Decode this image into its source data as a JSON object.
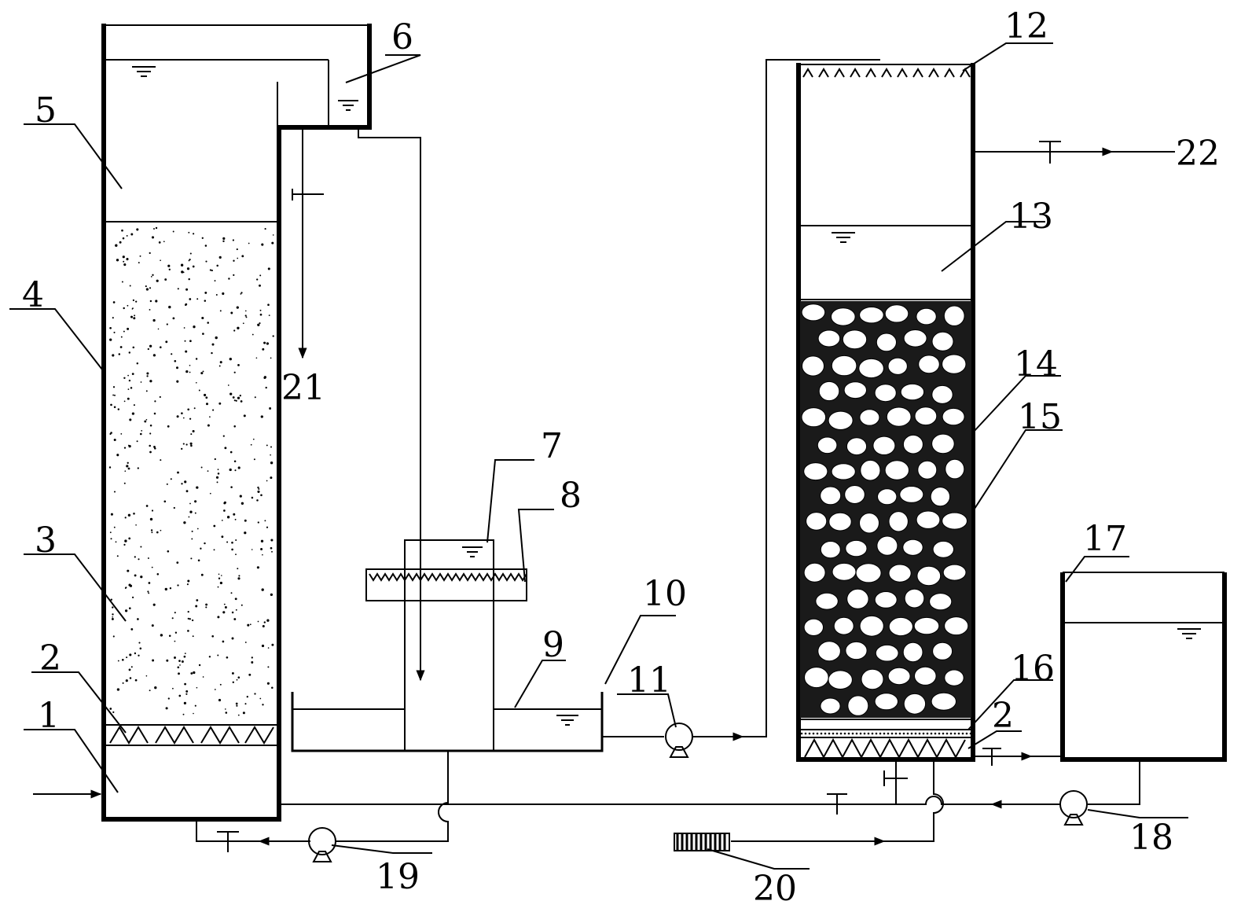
{
  "labels": {
    "n1": "1",
    "n2a": "2",
    "n2b": "2",
    "n3": "3",
    "n4": "4",
    "n5": "5",
    "n6": "6",
    "n7": "7",
    "n8": "8",
    "n9": "9",
    "n10": "10",
    "n11": "11",
    "n12": "12",
    "n13": "13",
    "n14": "14",
    "n15": "15",
    "n16": "16",
    "n17": "17",
    "n18": "18",
    "n19": "19",
    "n20": "20",
    "n21": "21",
    "n22": "22"
  },
  "colors": {
    "line": "#000000",
    "background": "#ffffff"
  }
}
